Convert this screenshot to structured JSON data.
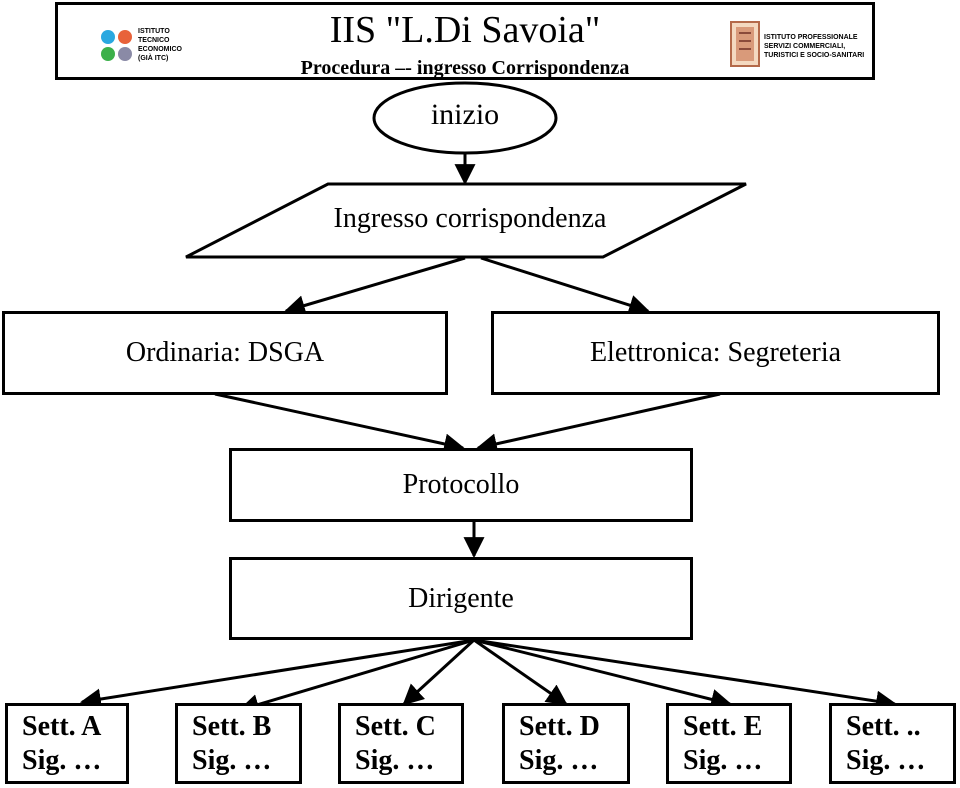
{
  "header": {
    "title": "IIS \"L.Di Savoia\"",
    "subtitle": "Procedura –- ingresso Corrispondenza",
    "logo_left_text": [
      "ISTITUTO",
      "TECNICO",
      "ECONOMICO",
      "(GIÀ ITC)"
    ],
    "logo_right_text": [
      "ISTITUTO PROFESSIONALE",
      "SERVIZI COMMERCIALI,",
      "TURISTICI E SOCIO-SANITARI"
    ],
    "logo_left_dot_colors": [
      "#2aa8e0",
      "#e8623a",
      "#3cb04a",
      "#8a8aa6"
    ]
  },
  "nodes": {
    "start": "inizio",
    "input": "Ingresso corrispondenza",
    "ordinaria": "Ordinaria: DSGA",
    "elettronica": "Elettronica: Segreteria",
    "protocollo": "Protocollo",
    "dirigente": "Dirigente"
  },
  "settori": [
    {
      "line1": "Sett. A",
      "line2": "Sig. …"
    },
    {
      "line1": "Sett. B",
      "line2": "Sig. …"
    },
    {
      "line1": "Sett. C",
      "line2": "Sig. …"
    },
    {
      "line1": "Sett. D",
      "line2": "Sig. …"
    },
    {
      "line1": "Sett. E",
      "line2": "Sig. …"
    },
    {
      "line1": "Sett. ..",
      "line2": "Sig. …"
    }
  ]
}
